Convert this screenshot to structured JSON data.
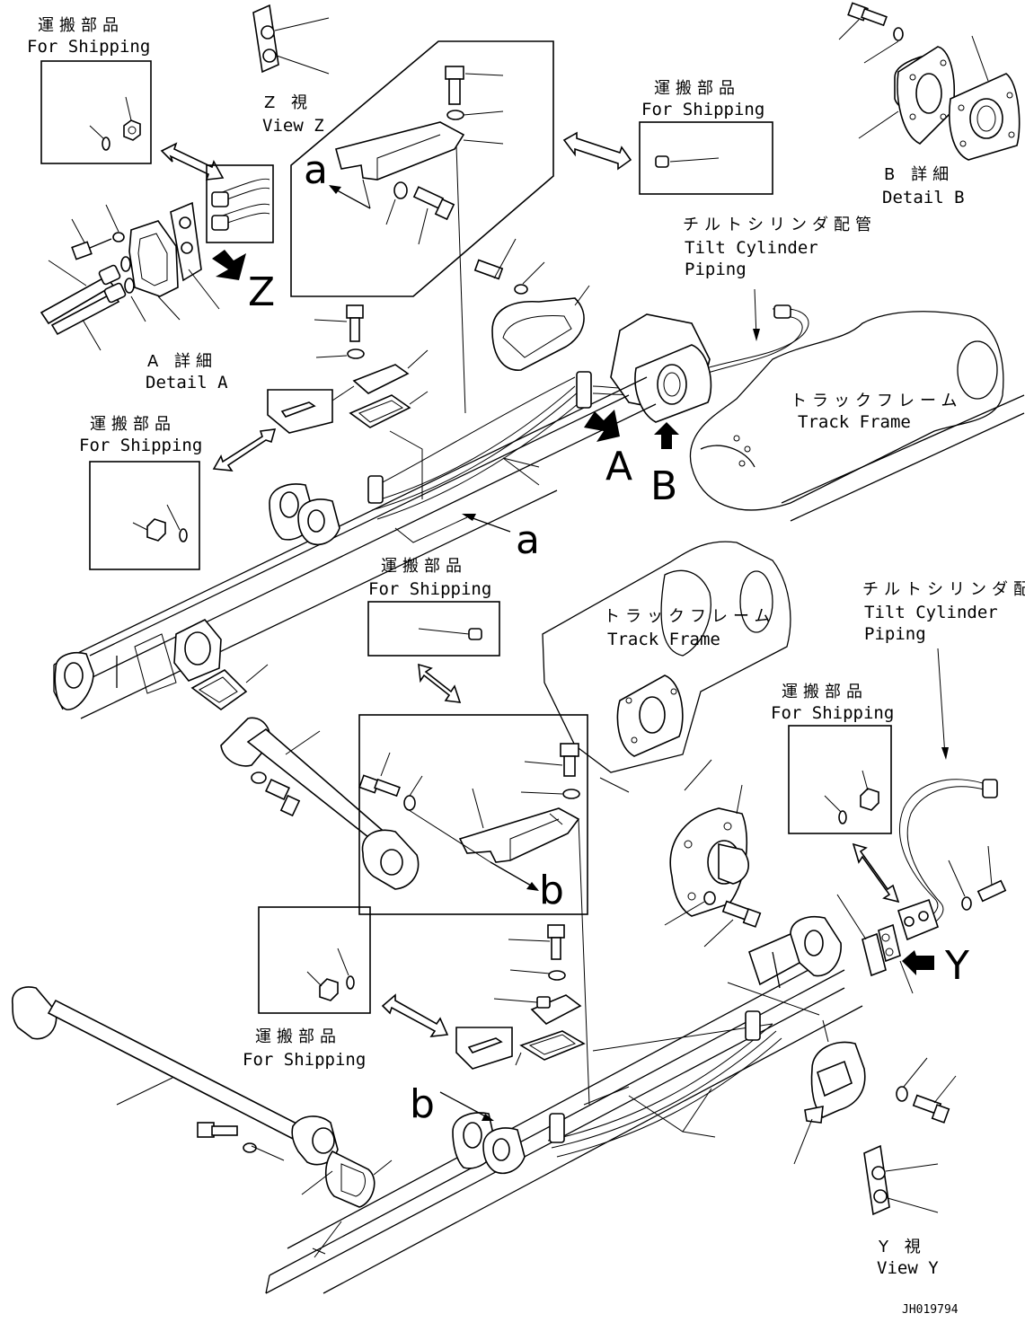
{
  "labels": {
    "shipping_jp": "運搬部品",
    "shipping_en": "For Shipping",
    "view_z_jp": "Z 視",
    "view_z_en": "View Z",
    "view_y_jp": "Y 視",
    "view_y_en": "View Y",
    "detail_a_jp": "A 詳細",
    "detail_a_en": "Detail A",
    "detail_b_jp": "B 詳細",
    "detail_b_en": "Detail B",
    "tilt_jp": "チルトシリンダ配管",
    "tilt_en_1": "Tilt Cylinder",
    "tilt_en_2": "Piping",
    "track_jp": "トラックフレーム",
    "track_en": "Track Frame",
    "arrow_a": "A",
    "arrow_b": "B",
    "arrow_z": "Z",
    "arrow_y": "Y",
    "ref_a": "a",
    "ref_b": "b",
    "drawing_code": "JH019794"
  }
}
